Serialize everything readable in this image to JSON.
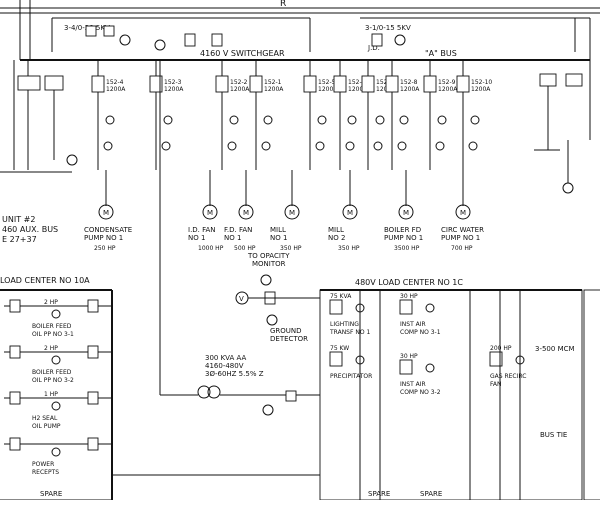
{
  "top": {
    "bus_label": "4160 V SWITCHGEAR",
    "a_bus_label": "\"A\" BUS",
    "marker_r": "R",
    "feed_left": "3-4/0-20 5KV",
    "feed_right": "3-1/0-15 5KV",
    "breaker_top": "J.D."
  },
  "unit_label": [
    "UNIT #2",
    "460 AUX. BUS",
    "E 27+37"
  ],
  "feeders": [
    {
      "id": "152-4",
      "rating": "1200A"
    },
    {
      "id": "152-3",
      "rating": "1200A"
    },
    {
      "id": "152-2",
      "rating": "1200A"
    },
    {
      "id": "152-1",
      "rating": "1200A"
    },
    {
      "id": "152-5",
      "rating": "1200A"
    },
    {
      "id": "152-6",
      "rating": "1200A"
    },
    {
      "id": "152-7",
      "rating": "1200A"
    },
    {
      "id": "152-8",
      "rating": "1200A"
    },
    {
      "id": "152-9",
      "rating": "1200A"
    },
    {
      "id": "152-10",
      "rating": "1200A"
    }
  ],
  "motors": [
    {
      "name": [
        "CONDENSATE",
        "PUMP NO 1"
      ],
      "hp": "250 HP"
    },
    {
      "name": [
        "I.D. FAN",
        "NO 1"
      ],
      "hp": "1000 HP"
    },
    {
      "name": [
        "F.D. FAN",
        "NO 1"
      ],
      "hp": "500 HP"
    },
    {
      "name": [
        "MILL",
        "NO 1"
      ],
      "hp": "350 HP"
    },
    {
      "name": [
        "MILL",
        "NO 2"
      ],
      "hp": "350 HP"
    },
    {
      "name": [
        "BOILER FD",
        "PUMP NO 1"
      ],
      "hp": "3500 HP"
    },
    {
      "name": [
        "CIRC WATER",
        "PUMP NO 1"
      ],
      "hp": "700 HP"
    }
  ],
  "opacity_label": [
    "TO OPACITY",
    "MONITOR"
  ],
  "ground_detector": [
    "GROUND",
    "DETECTOR"
  ],
  "load_center_left": {
    "title": "LOAD CENTER NO 10A",
    "items": [
      {
        "hp": "2 HP",
        "name": [
          "BOILER FEED",
          "OIL PP NO 3-1"
        ]
      },
      {
        "hp": "2 HP",
        "name": [
          "BOILER FEED",
          "OIL PP NO 3-2"
        ]
      },
      {
        "hp": "1 HP",
        "name": [
          "H2 SEAL",
          "OIL PUMP"
        ]
      },
      {
        "hp": "",
        "name": [
          "POWER",
          "RECEPTS"
        ]
      }
    ],
    "spare": "SPARE"
  },
  "load_center_right": {
    "title": "480V LOAD CENTER NO 1C",
    "items": [
      {
        "rating": "75 KVA",
        "name": [
          "LIGHTING",
          "TRANSF NO 1"
        ]
      },
      {
        "rating": "75 KW",
        "name": [
          "PRECIPITATOR"
        ]
      },
      {
        "rating": "30 HP",
        "name": [
          "INST AIR",
          "COMP NO 3-1"
        ]
      },
      {
        "rating": "30 HP",
        "name": [
          "INST AIR",
          "COMP NO 3-2"
        ]
      },
      {
        "rating": "200 HP",
        "name": [
          "GAS RECIRC",
          "FAN"
        ]
      }
    ],
    "spare_labels": [
      "SPARE",
      "SPARE"
    ],
    "bus_tie": "BUS TIE",
    "feeder_label": "3-500 MCM"
  },
  "transformer": {
    "lines": [
      "300 KVA AA",
      "4160-480V",
      "3Ø-60HZ 5.5% Z"
    ]
  }
}
